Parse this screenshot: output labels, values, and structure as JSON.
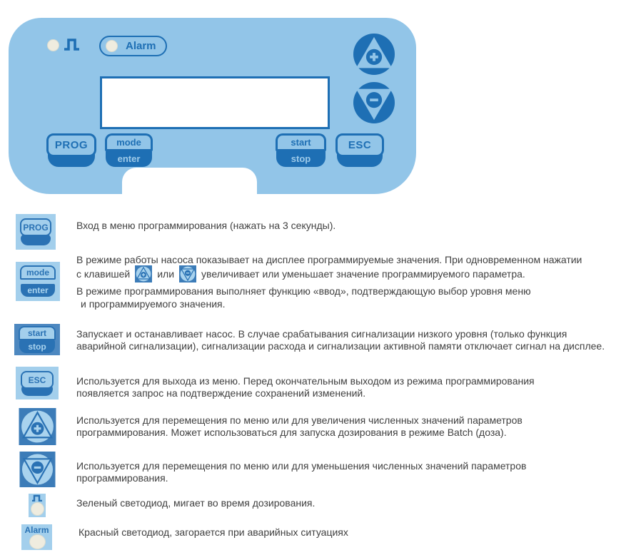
{
  "panel": {
    "alarm_label": "Alarm",
    "keys": {
      "prog": "PROG",
      "mode": "mode",
      "enter": "enter",
      "start": "start",
      "stop": "stop",
      "esc": "ESC"
    }
  },
  "rows": {
    "prog": {
      "line1": "Вход в меню программирования (нажать на 3 секунды)."
    },
    "mode_enter": {
      "line1": "В режиме работы насоса показывает на дисплее программируемые значения. При одновременном нажатии",
      "line2_pre": "с клавишей",
      "line2_mid": "или",
      "line2_post": "увеличивает или уменьшает значение программируемого параметра.",
      "line3": "В режиме программирования выполняет функцию «ввод», подтверждающую выбор уровня меню",
      "line4": "и программируемого значения."
    },
    "start_stop": {
      "line1": "Запускает и останавливает насос. В случае срабатывания сигнализации низкого уровня (только функция",
      "line2": "аварийной сигнализации), сигнализации расхода и сигнализации активной памяти отключает сигнал на дисплее."
    },
    "esc": {
      "line1": "Используется для выхода из меню. Перед окончательным выходом из режима программирования",
      "line2": "появляется запрос на подтверждение сохранений изменений."
    },
    "plus": {
      "line1": "Используется для перемещения по меню или для увеличения численных значений параметров",
      "line2": "программирования. Может использоваться для запуска дозирования в режиме Batch (доза)."
    },
    "minus": {
      "line1": "Используется для перемещения по меню или для уменьшения численных значений параметров",
      "line2": "программирования."
    },
    "green_led": {
      "line1": "Зеленый светодиод, мигает во время дозирования."
    },
    "alarm_led": {
      "line1": "Красный светодиод, загорается при аварийных ситуациях"
    }
  },
  "colors": {
    "panel_light": "#92c5e8",
    "panel_dark": "#1e6fb4",
    "row_icon_light": "#a3cfec",
    "row_icon_medium": "#4d88c0",
    "row_icon_dark": "#3c7cb8",
    "led_off": "#efecdf",
    "text": "#404040"
  }
}
